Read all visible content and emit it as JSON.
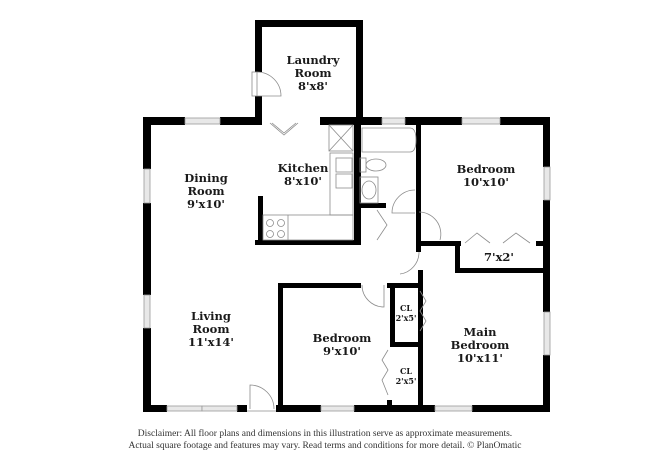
{
  "floorplan": {
    "rooms": [
      {
        "id": "laundry",
        "name": "Laundry Room",
        "line1": "Laundry",
        "line2": "Room",
        "dims": "8'x8'"
      },
      {
        "id": "dining",
        "name": "Dining Room",
        "line1": "Dining",
        "line2": "Room",
        "dims": "9'x10'"
      },
      {
        "id": "kitchen",
        "name": "Kitchen",
        "line1": "Kitchen",
        "dims": "8'x10'"
      },
      {
        "id": "bedroom1",
        "name": "Bedroom",
        "line1": "Bedroom",
        "dims": "10'x10'"
      },
      {
        "id": "closet1",
        "name": "Closet",
        "dims": "7'x2'"
      },
      {
        "id": "living",
        "name": "Living Room",
        "line1": "Living",
        "line2": "Room",
        "dims": "11'x14'"
      },
      {
        "id": "bedroom2",
        "name": "Bedroom",
        "line1": "Bedroom",
        "dims": "9'x10'"
      },
      {
        "id": "cl_upper",
        "name": "CL",
        "line1": "CL",
        "dims": "2'x5'"
      },
      {
        "id": "cl_lower",
        "name": "CL",
        "line1": "CL",
        "dims": "2'x5'"
      },
      {
        "id": "main_bedroom",
        "name": "Main Bedroom",
        "line1": "Main",
        "line2": "Bedroom",
        "dims": "10'x11'"
      }
    ]
  },
  "disclaimer": {
    "line1": "Disclaimer: All floor plans and dimensions in this illustration serve as approximate measurements.",
    "line2": "Actual square footage and features may vary. Read terms and conditions for more detail. © PlanOmatic"
  }
}
